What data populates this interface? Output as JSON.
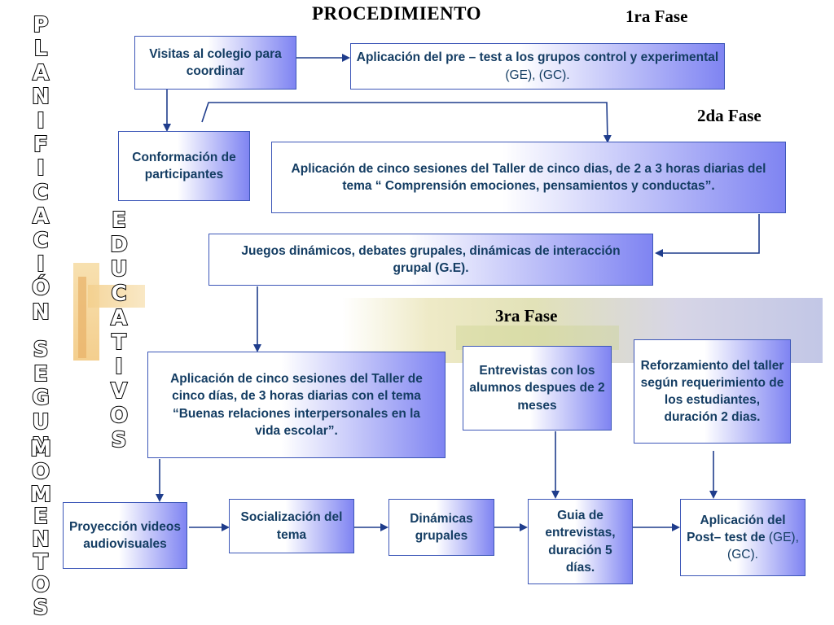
{
  "header": {
    "title": "PROCEDIMIENTO",
    "phase1": "1ra Fase",
    "phase2": "2da Fase",
    "phase3": "3ra Fase"
  },
  "side_labels": {
    "planificacion": [
      "P",
      "L",
      "A",
      "N",
      "I",
      "F",
      "I",
      "C",
      "A",
      "C",
      "I",
      "Ó",
      "N"
    ],
    "segun": [
      "S",
      "E",
      "G",
      "U",
      "N"
    ],
    "educativos": [
      "E",
      "D",
      "U",
      "C",
      "A",
      "T",
      "I",
      "V",
      "O",
      "S"
    ],
    "momentos": [
      "M",
      "O",
      "M",
      "E",
      "N",
      "T",
      "O",
      "S"
    ]
  },
  "boxes": {
    "visitas": "Visitas al colegio para coordinar",
    "pretest_bold": "Aplicación del pre – test a los grupos control y experimental ",
    "pretest_plain": "(GE), (GC).",
    "conformacion": "Conformación de participantes",
    "sesiones1": "Aplicación de cinco sesiones del Taller de cinco dias, de 2 a 3 horas diarias del tema “ Comprensión emociones, pensamientos y conductas”.",
    "juegos": "Juegos dinámicos, debates grupales, dinámicas de interacción grupal (G.E).",
    "sesiones2": "Aplicación de cinco sesiones del Taller de cinco días, de 3 horas diarias con el tema “Buenas relaciones interpersonales en la vida escolar”.",
    "entrevistas": "Entrevistas con los alumnos despues de 2 meses",
    "reforzamiento": "Reforzamiento del taller según requerimiento de los estudiantes, duración  2 dias.",
    "proyeccion": "Proyección videos audiovisuales",
    "socializacion": "Socialización del tema",
    "dinamicas": "Dinámicas grupales",
    "guia": "Guia de entrevistas, duración 5 días.",
    "posttest_bold": "Aplicación del Post– test de ",
    "posttest_plain": "(GE), (GC)."
  },
  "colors": {
    "box_border": "#3d57b8",
    "box_gradient_end": "#7f84f2",
    "box_text": "#143d63",
    "connector": "#1f3d8c"
  }
}
